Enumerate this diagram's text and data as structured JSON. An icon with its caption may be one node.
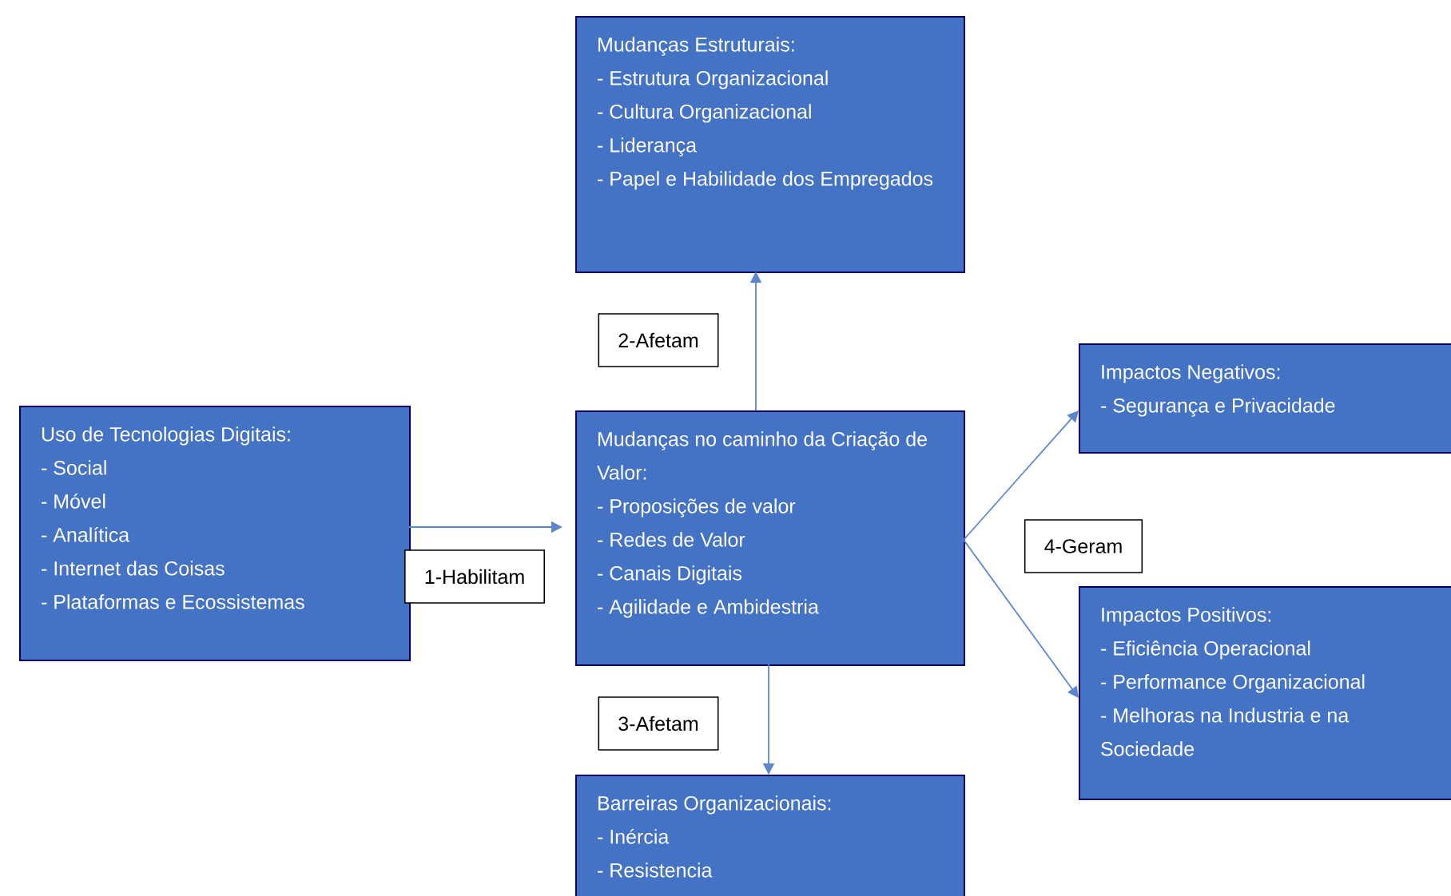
{
  "diagram": {
    "nodes": [
      {
        "text": [
          "Mudanças Estruturais:",
          "- Estrutura Organizacional",
          "- Cultura Organizacional",
          "- Liderança",
          "- Papel e Habilidade dos Empregados"
        ]
      },
      {
        "text": [
          "Uso de Tecnologias Digitais:",
          "- Social",
          "- Móvel",
          "- Analítica",
          "- Internet das Coisas",
          "- Plataformas e Ecossistemas"
        ]
      },
      {
        "text": [
          "Mudanças no caminho da Criação de Valor:",
          "- Proposições de valor",
          "- Redes de Valor",
          "- Canais Digitais",
          "- Agilidade e Ambidestria"
        ]
      },
      {
        "text": [
          "Impactos Negativos:",
          "- Segurança e Privacidade"
        ]
      },
      {
        "text": [
          "Impactos Positivos:",
          "- Eficiência Operacional",
          "- Performance Organizacional",
          "- Melhoras na Industria e na Sociedade"
        ]
      },
      {
        "text": [
          "Barreiras Organizacionais:",
          "- Inércia",
          "- Resistencia"
        ]
      }
    ],
    "edges": [
      {
        "from": 1,
        "to": 2,
        "arrow": "to",
        "label": "1-Habilitam"
      },
      {
        "from": 2,
        "to": 0,
        "arrow": "to",
        "label": "2-Afetam"
      },
      {
        "from": 2,
        "to": 5,
        "arrow": "to",
        "label": "3-Afetam"
      },
      {
        "from": 2,
        "to": 3,
        "arrow": "to",
        "label": "4-Geram"
      },
      {
        "from": 2,
        "to": 4,
        "arrow": "to"
      }
    ]
  }
}
